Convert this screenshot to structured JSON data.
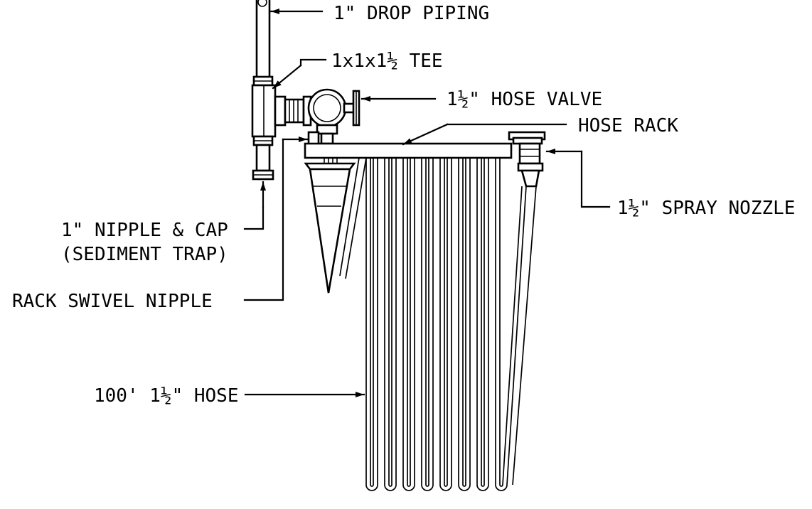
{
  "labels": {
    "drop_piping": "1\" DROP PIPING",
    "tee": "1x1x1½ TEE",
    "hose_valve": "1½\" HOSE VALVE",
    "hose_rack": "HOSE RACK",
    "spray_nozzle": "1½\" SPRAY NOZZLE",
    "nipple_cap_line1": "1\" NIPPLE & CAP",
    "nipple_cap_line2": "(SEDIMENT TRAP)",
    "rack_swivel": "RACK SWIVEL NIPPLE",
    "hose": "100' 1½\" HOSE"
  },
  "colors": {
    "line": "#000000",
    "background": "#ffffff"
  }
}
